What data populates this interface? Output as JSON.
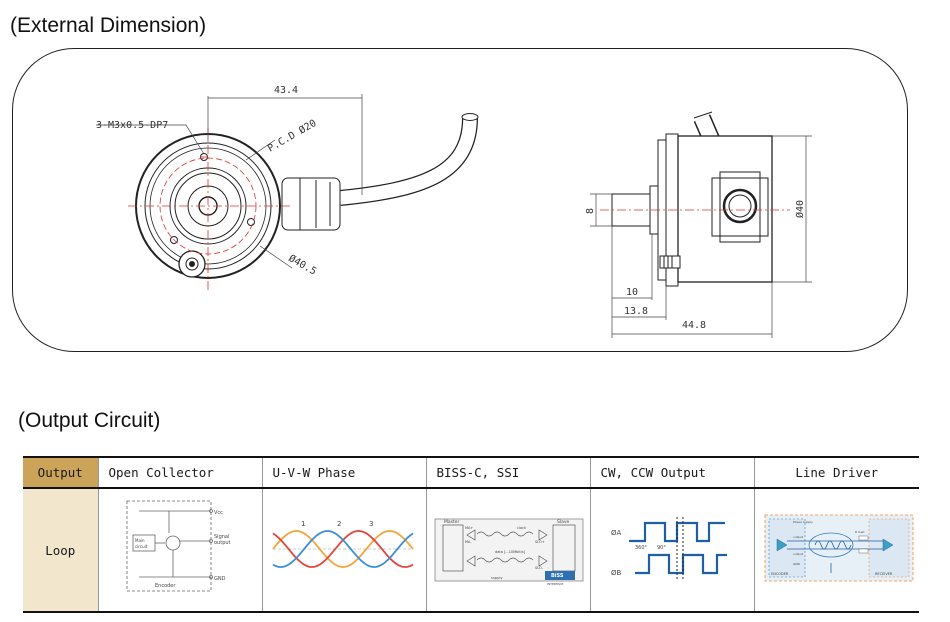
{
  "sections": {
    "external_dimension": "(External Dimension)",
    "output_circuit": "(Output Circuit)"
  },
  "drawing": {
    "thread_spec": "3-M3x0.5-DP7",
    "width_43_4": "43.4",
    "pcd": "P.C.D Ø20",
    "dia_40_5": "Ø40.5",
    "dia_40": "Ø40",
    "shaft_8": "8",
    "len_10": "10",
    "len_13_8": "13.8",
    "len_44_8": "44.8"
  },
  "table": {
    "header_label": "Output",
    "row_label": "Loop",
    "columns": [
      "Open Collector",
      "U-V-W Phase",
      "BISS-C, SSI",
      "CW, CCW Output",
      "Line Driver"
    ]
  },
  "thumbs": {
    "oc": {
      "vcc": "Vcc",
      "signal_l1": "Signal",
      "signal_l2": "output",
      "gnd": "GND",
      "main_l1": "Main",
      "main_l2": "circuit",
      "encoder": "Encoder"
    },
    "uvw": {
      "n1": "1",
      "n2": "2",
      "n3": "3",
      "colors": [
        "#f0a63a",
        "#e2443a",
        "#3c8dd8"
      ]
    },
    "biss": {
      "master": "Master",
      "slave": "Slave",
      "ma_p": "MA+",
      "ma_n": "MA-",
      "clock": "clock",
      "slo_p": "SLO+",
      "slo_n": "SLO-",
      "data": "data [...10Mbit/s]",
      "logo": "BiSS",
      "logo_sub": "INTERFACE",
      "tiny": "supply"
    },
    "cw": {
      "phase_a": "ØA",
      "phase_b": "ØB",
      "deg360": "360°",
      "deg90": "90°"
    },
    "ld": {
      "encoder": "ENCODER",
      "receiver": "RECEIVER",
      "power": "Power supply",
      "output_p": "output",
      "output_n": "output",
      "gnd": "GND",
      "rload": "R load"
    }
  }
}
